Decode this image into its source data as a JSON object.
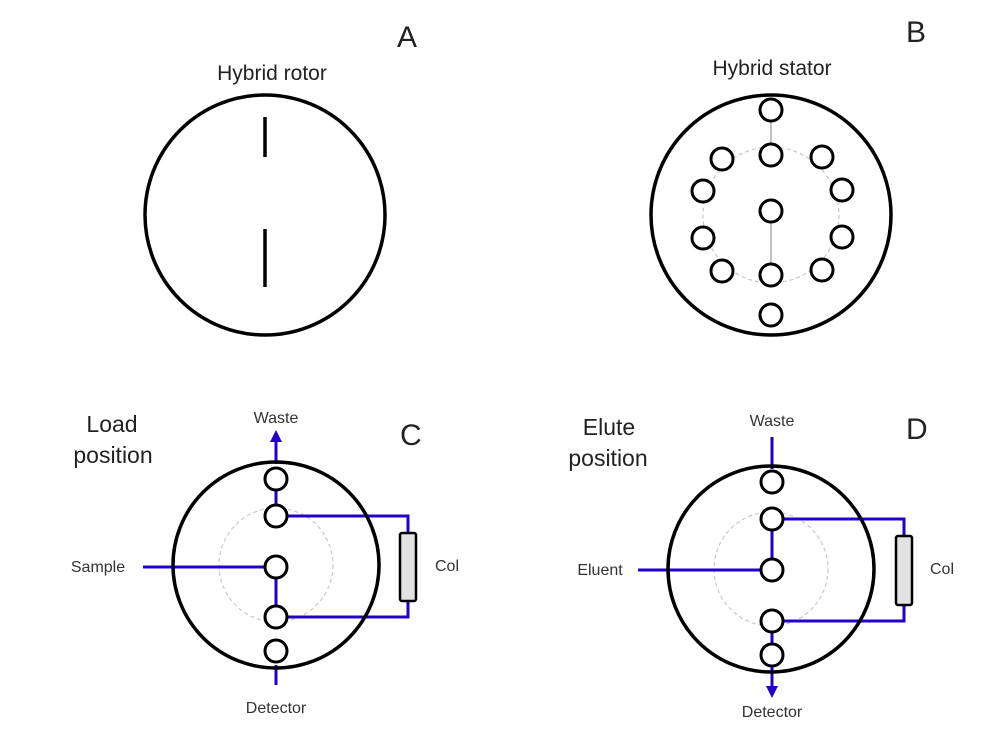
{
  "figure": {
    "panels": [
      {
        "letter": "A",
        "title": "Hybrid rotor"
      },
      {
        "letter": "B",
        "title": "Hybrid stator"
      },
      {
        "letter": "C",
        "title_line1": "Load",
        "title_line2": "position",
        "labels": {
          "top": "Waste",
          "left": "Sample",
          "right": "Col",
          "bottom": "Detector"
        }
      },
      {
        "letter": "D",
        "title_line1": "Elute",
        "title_line2": "position",
        "labels": {
          "top": "Waste",
          "left": "Eluent",
          "right": "Col",
          "bottom": "Detector"
        }
      }
    ],
    "colors": {
      "flow": "#2200cc",
      "outline": "#000000",
      "guide": "#c8c8c8",
      "column_fill": "#e2e2e2"
    }
  }
}
